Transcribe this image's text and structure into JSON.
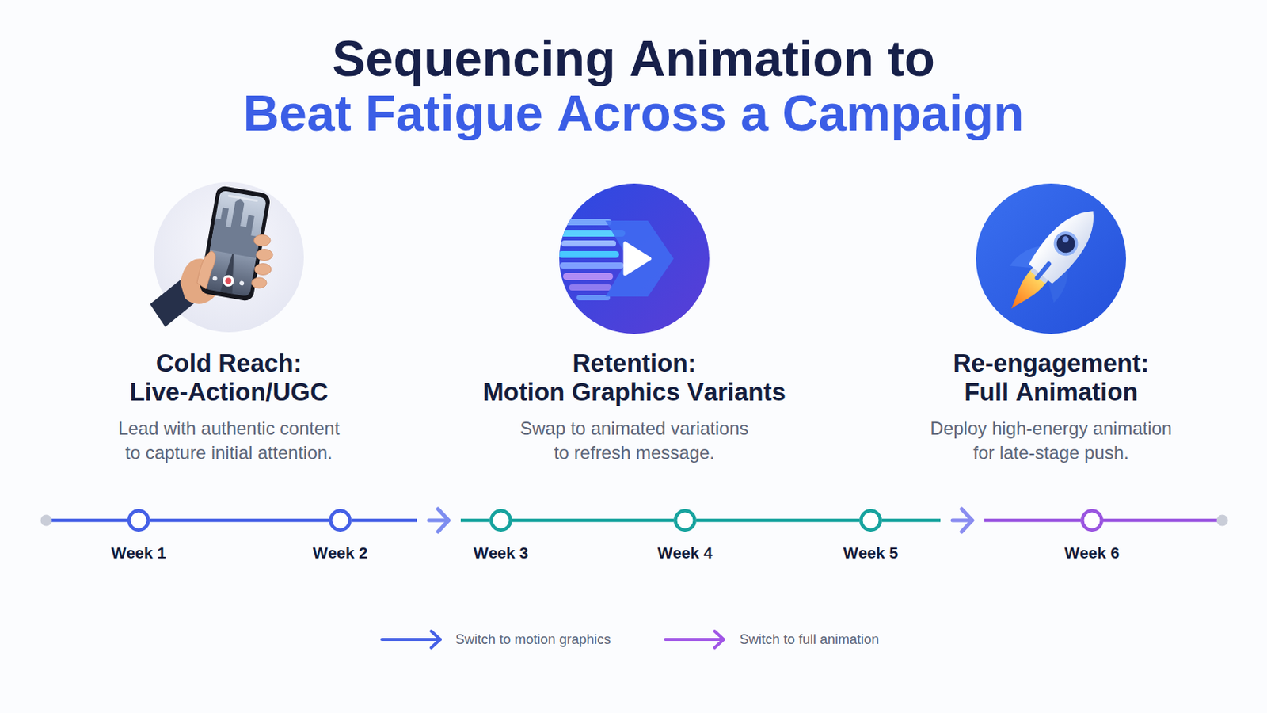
{
  "diagram": {
    "title": "Sequencing Animation to Beat Fatigue Across a Campaign",
    "nodes": [
      {
        "text": [
          "Cold Reach: Live-Action/UGC",
          "Lead with authentic content to capture initial attention."
        ]
      },
      {
        "text": [
          "Retention: Motion Graphics Variants",
          "Swap to animated variations to refresh message."
        ]
      },
      {
        "text": [
          "Re-engagement: Full Animation",
          "Deploy high-energy animation for late-stage push."
        ]
      },
      {
        "text": [
          "Week 1"
        ]
      },
      {
        "text": [
          "Week 2"
        ]
      },
      {
        "text": [
          "Week 3"
        ]
      },
      {
        "text": [
          "Week 4"
        ]
      },
      {
        "text": [
          "Week 5"
        ]
      },
      {
        "text": [
          "Week 6"
        ]
      }
    ],
    "edges": [
      {
        "from": 3,
        "to": 4,
        "arrow": "none"
      },
      {
        "from": 4,
        "to": 5,
        "arrow": "to"
      },
      {
        "from": 5,
        "to": 6,
        "arrow": "none"
      },
      {
        "from": 6,
        "to": 7,
        "arrow": "none"
      },
      {
        "from": 7,
        "to": 8,
        "arrow": "to"
      }
    ],
    "legend": [
      {
        "text": "Switch to motion graphics"
      },
      {
        "text": "Switch to full animation"
      }
    ]
  }
}
